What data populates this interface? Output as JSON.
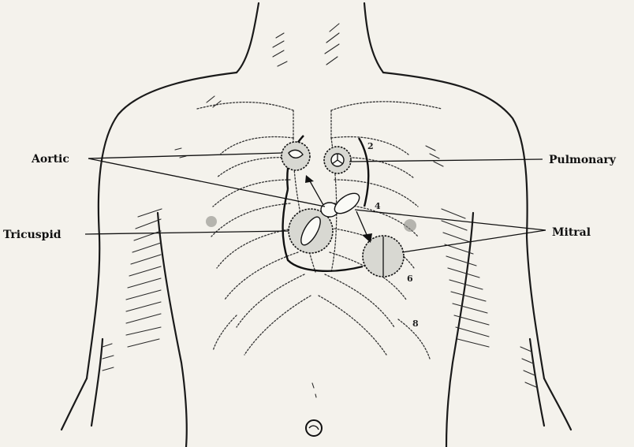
{
  "labels": {
    "aortic": "Aortic",
    "pulmonary": "Pulmonary",
    "tricuspid": "Tricuspid",
    "mitral": "Mitral"
  },
  "rib_numbers": {
    "r2": "2",
    "r4": "4",
    "r6": "6",
    "r8": "8"
  },
  "colors": {
    "ink": "#1a1a1a",
    "paper": "#f4f2ec",
    "valve_area": "#d8d8d2"
  }
}
